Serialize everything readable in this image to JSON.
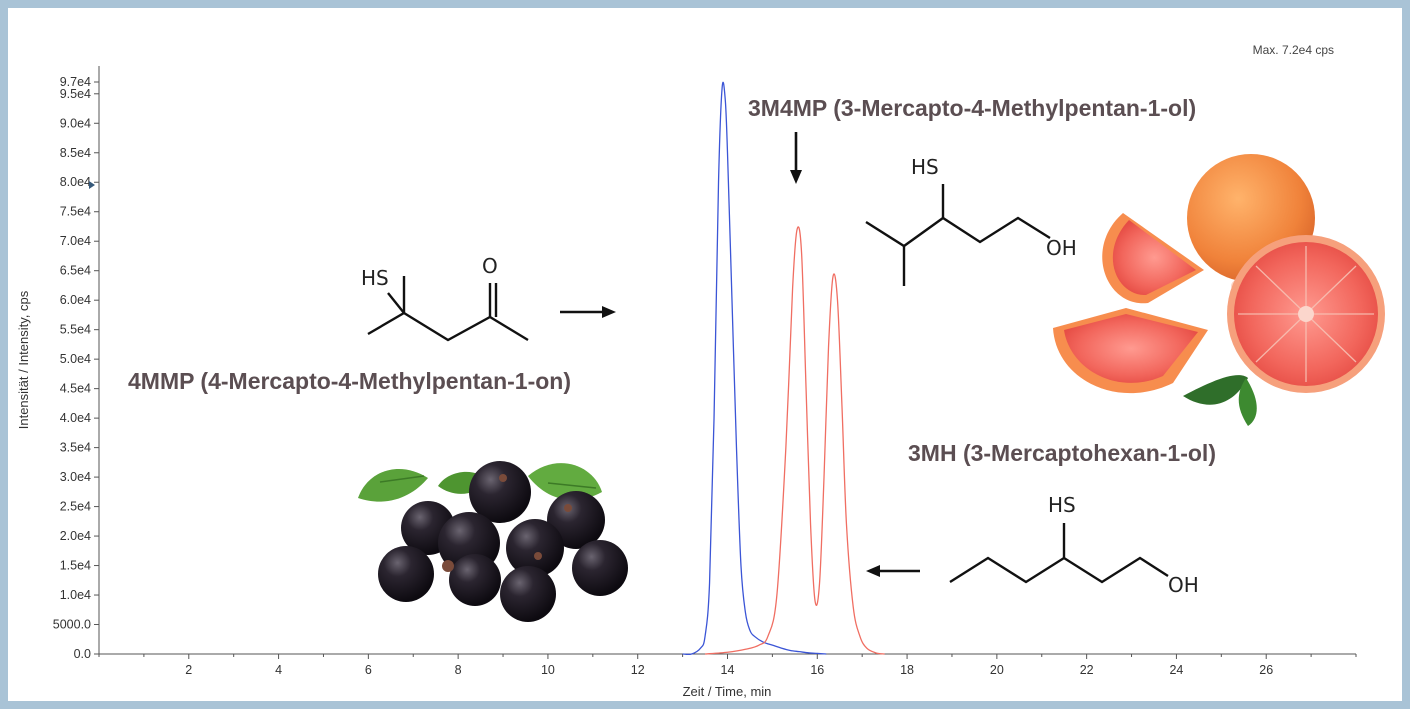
{
  "chart_data": {
    "type": "line",
    "title": "",
    "corner_note": "Max. 7.2e4 cps",
    "xlabel": "Zeit / Time, min",
    "ylabel": "Intensität / Intensity, cps",
    "xlim": [
      0,
      28
    ],
    "ylim": [
      0,
      97000
    ],
    "x_ticks": [
      2,
      4,
      6,
      8,
      10,
      12,
      14,
      16,
      18,
      20,
      22,
      24,
      26
    ],
    "x_tick_labels": [
      "2",
      "4",
      "6",
      "8",
      "10",
      "12",
      "14",
      "16",
      "18",
      "20",
      "22",
      "24",
      "26"
    ],
    "y_ticks": [
      0,
      5000,
      10000,
      15000,
      20000,
      25000,
      30000,
      35000,
      40000,
      45000,
      50000,
      55000,
      60000,
      65000,
      70000,
      75000,
      80000,
      85000,
      90000,
      95000,
      97000
    ],
    "y_tick_labels": [
      "0.0",
      "5000.0",
      "1.0e4",
      "1.5e4",
      "2.0e4",
      "2.5e4",
      "3.0e4",
      "3.5e4",
      "4.0e4",
      "4.5e4",
      "5.0e4",
      "5.5e4",
      "6.0e4",
      "6.5e4",
      "7.0e4",
      "7.5e4",
      "8.0e4",
      "8.5e4",
      "9.0e4",
      "9.5e4",
      "9.7e4"
    ],
    "grid": false,
    "legend": "none",
    "series": [
      {
        "color": "#3b55d6",
        "x": [
          13.0,
          13.2,
          13.4,
          13.5,
          13.6,
          13.7,
          13.8,
          13.88,
          13.95,
          14.0,
          14.1,
          14.2,
          14.3,
          14.4,
          14.5,
          14.6,
          14.8,
          15.0,
          15.2,
          15.4,
          15.6,
          15.8,
          16.0,
          16.2
        ],
        "y": [
          0,
          0,
          1000,
          3000,
          12000,
          40000,
          80000,
          96000,
          94000,
          85000,
          60000,
          35000,
          15000,
          7000,
          4000,
          3000,
          2000,
          1500,
          1000,
          600,
          400,
          200,
          100,
          0
        ]
      },
      {
        "color": "#f06e62",
        "x": [
          13.5,
          14.0,
          14.4,
          14.7,
          14.9,
          15.1,
          15.3,
          15.45,
          15.55,
          15.65,
          15.75,
          15.85,
          15.95,
          16.05,
          16.15,
          16.25,
          16.35,
          16.45,
          16.55,
          16.65,
          16.8,
          16.95,
          17.1,
          17.3,
          17.5
        ],
        "y": [
          0,
          300,
          800,
          1500,
          3000,
          10000,
          35000,
          62000,
          72000,
          68000,
          45000,
          22000,
          9000,
          12000,
          30000,
          52000,
          64000,
          60000,
          42000,
          22000,
          8000,
          3000,
          1000,
          200,
          0
        ]
      }
    ],
    "annotations": {
      "compound_4mmp": "4MMP (4-Mercapto-4-Methylpentan-1-on)",
      "compound_3m4mp": "3M4MP (3-Mercapto-4-Methylpentan-1-ol)",
      "compound_3mh": "3MH (3-Mercaptohexan-1-ol)",
      "atom_hs": "HS",
      "atom_o": "O",
      "atom_oh": "OH"
    }
  }
}
